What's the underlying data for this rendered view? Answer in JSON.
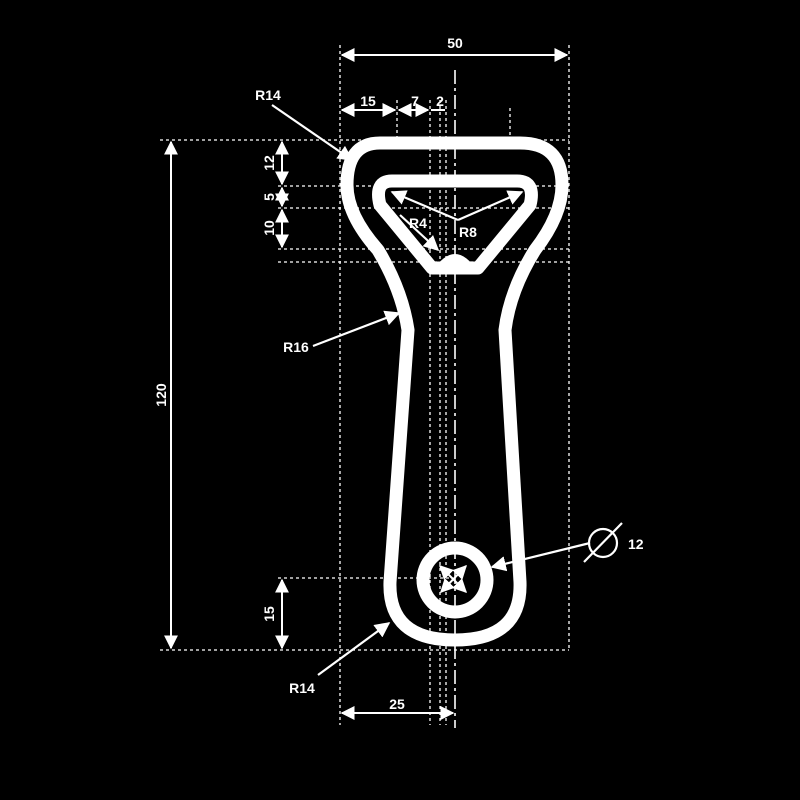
{
  "drawing": {
    "colors": {
      "background": "#000000",
      "ink": "#ffffff"
    },
    "dimensions": {
      "overall_width": "50",
      "left_offset": "15",
      "slot_offset": "7",
      "center_gap": "2",
      "top_band": "12",
      "opening_top": "5",
      "opening_height": "10",
      "total_length": "120",
      "bottom_offset": "15",
      "half_width": "25"
    },
    "radii": {
      "top_corner": "R14",
      "inner_small": "R4",
      "inner_large": "R8",
      "neck": "R16",
      "bottom_corner": "R14"
    },
    "hole": {
      "diameter_symbol": "Ø",
      "diameter": "12"
    }
  }
}
